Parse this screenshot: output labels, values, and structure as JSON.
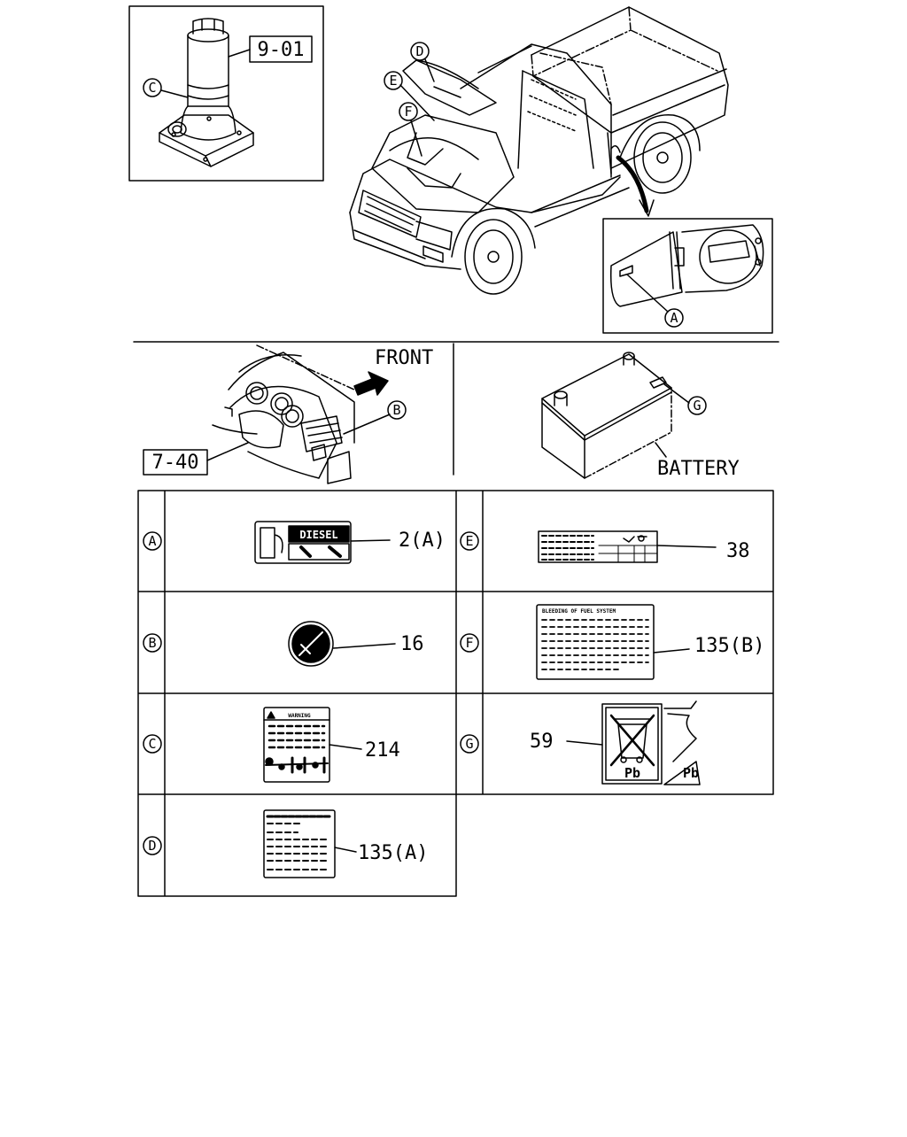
{
  "callouts": {
    "jack_ref": "9-01",
    "dash_ref": "7-40",
    "front": "FRONT",
    "battery": "BATTERY"
  },
  "circles": {
    "a": "A",
    "b": "B",
    "c": "C",
    "d": "D",
    "e": "E",
    "f": "F",
    "g": "G"
  },
  "labels": [
    {
      "letter": "A",
      "part": "2(A)",
      "text": "DIESEL"
    },
    {
      "letter": "B",
      "part": "16"
    },
    {
      "letter": "C",
      "part": "214",
      "text": "WARNING"
    },
    {
      "letter": "D",
      "part": "135(A)"
    },
    {
      "letter": "E",
      "part": "38"
    },
    {
      "letter": "F",
      "part": "135(B)",
      "text": "BLEEDING OF FUEL SYSTEM"
    },
    {
      "letter": "G",
      "part": "59",
      "text": "Pb"
    }
  ]
}
